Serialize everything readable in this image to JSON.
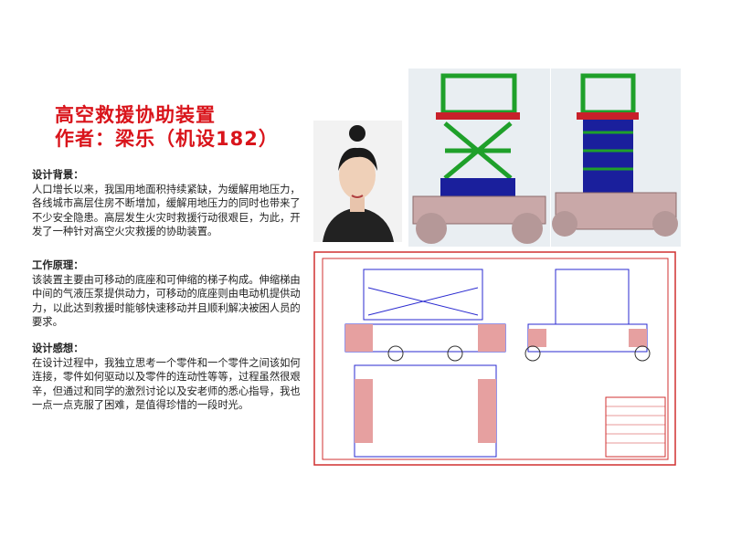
{
  "title": "高空救援协助装置",
  "author": "作者：梁乐（机设182）",
  "sections": [
    {
      "heading": "设计背景：",
      "body": "人口增长以来，我国用地面积持续紧缺，为缓解用地压力，各线城市高层住房不断增加，缓解用地压力的同时也带来了不少安全隐患。高层发生火灾时救援行动很艰巨，为此，开发了一种针对高空火灾救援的协助装置。"
    },
    {
      "heading": "工作原理：",
      "body": "该装置主要由可移动的底座和可伸缩的梯子构成。伸缩梯由中间的气液压泵提供动力，可移动的底座则由电动机提供动力，以此达到救援时能够快速移动并且顺利解决被困人员的要求。"
    },
    {
      "heading": "设计感想：",
      "body": "在设计过程中，我独立思考一个零件和一个零件之间该如何连接，零件如何驱动以及零件的连动性等等，过程虽然很艰辛，但通过和同学的激烈讨论以及安老师的悉心指导，我也一点一点克服了困难，是值得珍惜的一段时光。"
    }
  ],
  "colors": {
    "title": "#d9141b",
    "green": "#1fa02a",
    "blue": "#1a1f9c",
    "red": "#c8202a",
    "drawing": "#d03030"
  }
}
